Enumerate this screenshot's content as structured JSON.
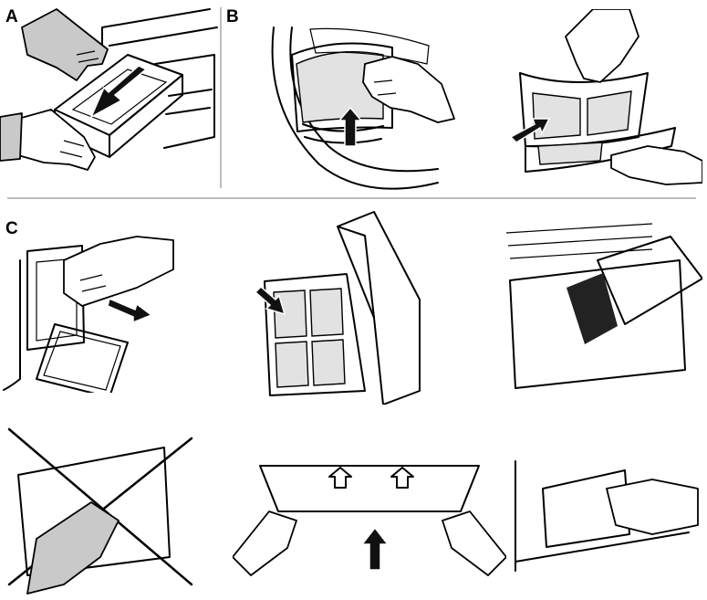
{
  "step_labels": {
    "a": "A",
    "b": "B",
    "c": "C"
  },
  "colors": {
    "ink": "#000000",
    "glove": "#c9c9c9",
    "mesh": "#e2e2e2",
    "divider": "#bdbdbd"
  }
}
